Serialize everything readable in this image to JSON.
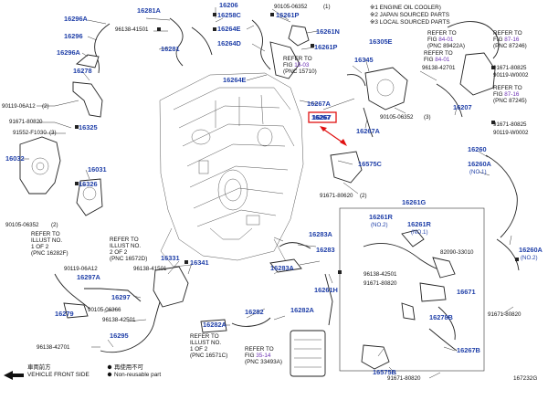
{
  "notes": [
    "※1 ENGINE OIL COOLER)",
    "※2 JAPAN SOURCED PARTS",
    "※3 LOCAL SOURCED PARTS"
  ],
  "legend": {
    "vehicle_front": "車両前方",
    "vehicle_front_en": "VEHICLE FRONT SIDE",
    "reuse_jp": "再使用不可",
    "reuse_en": "Non-reusable part"
  },
  "diagram_id": "167232G",
  "refs": [
    {
      "pre": "REFER TO",
      "fig": "FIG",
      "num": "84-01",
      "pnc": "(PNC 89422A)"
    },
    {
      "pre": "REFER TO",
      "fig": "FIG",
      "num": "84-01",
      "pnc": ""
    },
    {
      "pre": "REFER TO",
      "fig": "FIG",
      "num": "87-16",
      "pnc": "(PNC 87245)"
    },
    {
      "pre": "REFER TO",
      "fig": "FIG",
      "num": "87-16",
      "pnc": "(PNC 87246)"
    },
    {
      "pre": "REFER TO",
      "fig": "FIG",
      "num": "15-03",
      "pnc": "(PNC 15710)"
    },
    {
      "pre": "REFER TO",
      "fig": "FIG",
      "num": "35-14",
      "pnc": "(PNC 33493A)"
    }
  ],
  "illust_refs": [
    {
      "l1": "REFER TO",
      "l2": "ILLUST NO.",
      "l3": "1 OF 2",
      "l4": "(PNC 16282F)"
    },
    {
      "l1": "REFER TO",
      "l2": "ILLUST NO.",
      "l3": "2 OF 2",
      "l4": "(PNC 16572D)"
    },
    {
      "l1": "REFER TO",
      "l2": "ILLUST NO.",
      "l3": "1 OF 2",
      "l4": "(PNC 16571C)"
    }
  ],
  "parts": [
    "16296A",
    "16296",
    "16296A",
    "16278",
    "90119-06A12",
    "91671-80820",
    "91552-F1030",
    "16032",
    "16325",
    "16031",
    "16326",
    "90105-06352",
    "16279",
    "16297A",
    "90119-06A12",
    "16297",
    "90105-06366",
    "96138-42501",
    "16295",
    "96138-42701",
    "16281A",
    "96138-41501",
    "16281",
    "16206",
    "16258C",
    "16264E",
    "16264D",
    "16264E",
    "90105-06352",
    "16261P",
    "16261N",
    "16261P",
    "16345",
    "16305E",
    "96138-42701",
    "16267A",
    "16267",
    "16267A",
    "90105-06352",
    "16575C",
    "91671-80620",
    "16283A",
    "16283",
    "16283A",
    "16331",
    "16341",
    "96138-41501",
    "16261H",
    "16282A",
    "16282",
    "16282A",
    "16261G",
    "16261R",
    "16261R",
    "96138-42501",
    "91671-80820",
    "82090-33010",
    "16671",
    "16278B",
    "16267B",
    "16575B",
    "91671-80820",
    "16207",
    "16260",
    "16260A",
    "91671-80825",
    "90119-W0002",
    "91671-80825",
    "90119-W0002",
    "16260A",
    "91671-80820"
  ],
  "small": {
    "no1": "(NO.1)",
    "no2": "(NO.2)",
    "n1": "(1)",
    "n2": "(2)",
    "n3": "(3)"
  },
  "highlight_part": "16267"
}
